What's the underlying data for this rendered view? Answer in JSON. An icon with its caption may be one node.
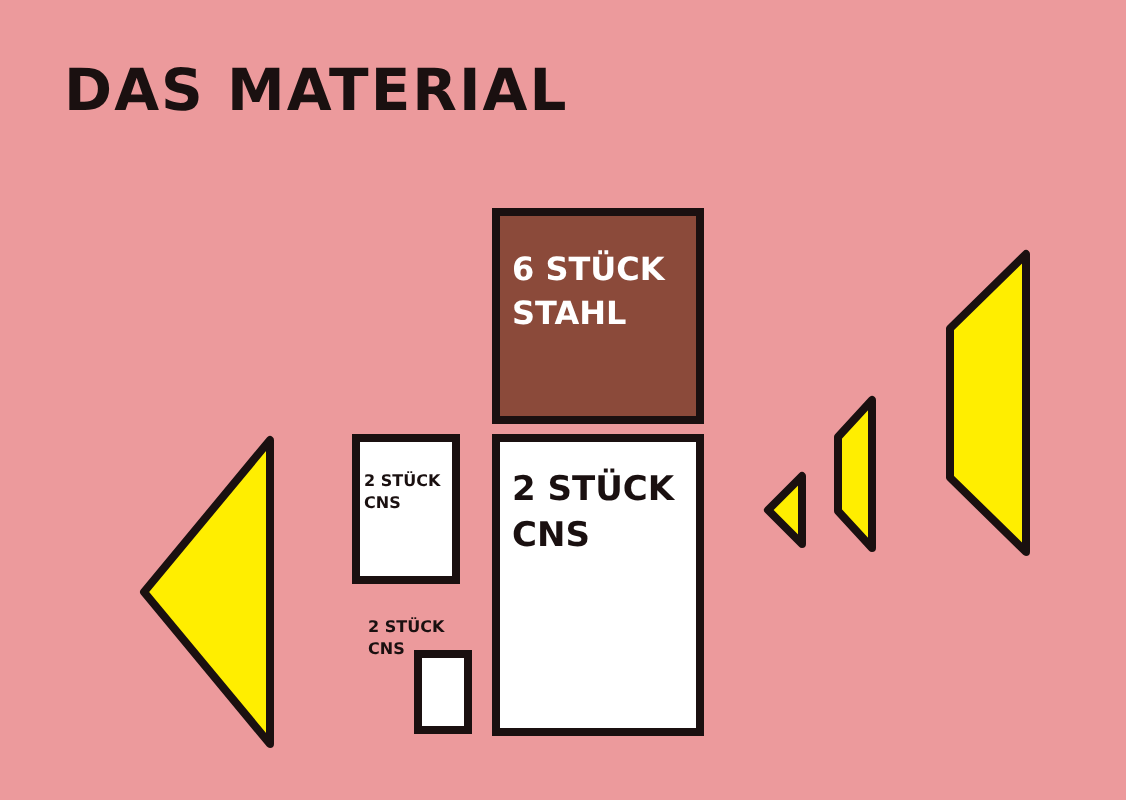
{
  "diagram": {
    "title": "DAS MATERIAL",
    "nodes": [
      {
        "text": [
          "6 STÜCK STAHL"
        ]
      },
      {
        "text": [
          "2 STÜCK CNS"
        ]
      },
      {
        "text": [
          "2 STÜCK CNS"
        ]
      },
      {
        "text": [
          "2 STÜCK CNS"
        ]
      },
      {
        "text": [],
        "shape": "triangle"
      },
      {
        "text": [],
        "shape": "triangle"
      },
      {
        "text": [],
        "shape": "trapezoid"
      },
      {
        "text": [],
        "shape": "trapezoid"
      }
    ],
    "edges": []
  }
}
